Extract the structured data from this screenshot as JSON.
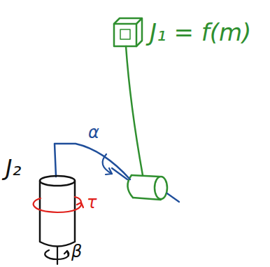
{
  "diagram": {
    "labels": [
      "J₁ = f(m)",
      "J₂",
      "α",
      "τ",
      "β"
    ]
  }
}
